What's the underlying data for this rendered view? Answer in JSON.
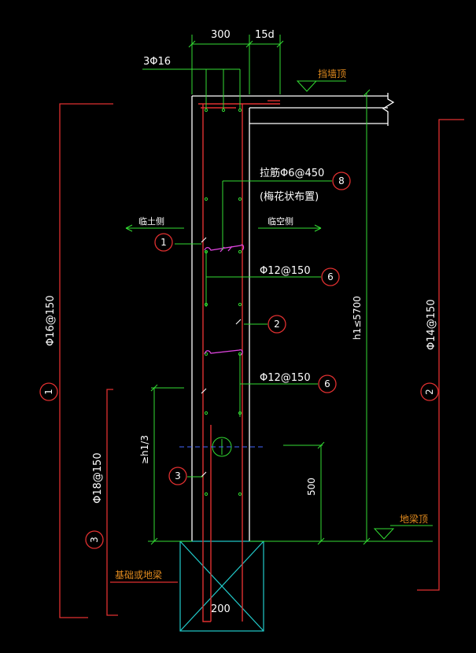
{
  "labels": {
    "width_300": "300",
    "dim_15d": "15d",
    "top_rebar": "3Φ16",
    "wall_top": "挡墙顶",
    "tie_bar": "拉筋Φ6@450",
    "tie_layout": "(梅花状布置)",
    "soil_side": "临土侧",
    "air_side": "临空侧",
    "dist_bar_1": "Φ12@150",
    "dist_bar_2": "Φ12@150",
    "height_h1": "h1≤5700",
    "left_vert_bar": "Φ16@150",
    "right_vert_bar": "Φ14@150",
    "anchor_bar": "Φ18@150",
    "one_third": "≥h1/3",
    "dim_500": "500",
    "beam_top": "地梁顶",
    "foundation": "基础或地梁",
    "dim_200": "200"
  },
  "markers": {
    "m1": "1",
    "m2": "2",
    "m3": "3",
    "m6a": "6",
    "m6b": "6",
    "m8": "8",
    "left_bar_no": "1",
    "right_bar_no": "2",
    "anchor_bar_no": "3"
  },
  "colors": {
    "background": "#000000",
    "concrete_outline": "#ffffff",
    "rebar": "#e03030",
    "dimension": "#33dd33",
    "marker_circle": "#e03030",
    "tie": "#dd44dd",
    "foundation": "#22cccc",
    "label_white": "#ffffff",
    "label_orange": "#e08a1e",
    "center_line": "#4466ff"
  }
}
